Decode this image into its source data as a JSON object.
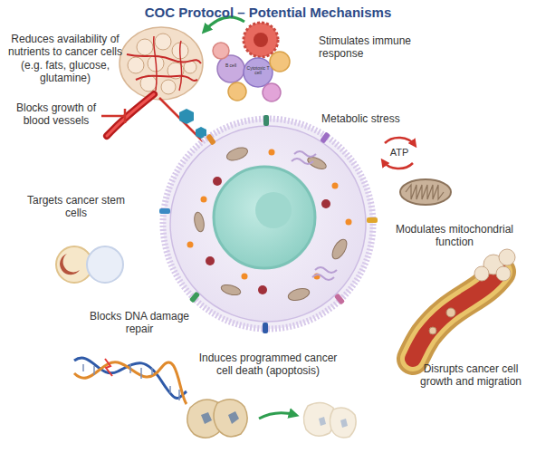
{
  "diagram": {
    "title": "COC Protocol – Potential Mechanisms",
    "labels": [
      "Reduces availability of nutrients to cancer cells (e.g. fats, glucose, glutamine)",
      "Stimulates immune response",
      "B cell",
      "Cytotoxic T cell",
      "Blocks growth of blood vessels",
      "Metabolic stress",
      "ATP",
      "Targets cancer stem cells",
      "Modulates mitochondrial function",
      "Blocks DNA damage repair",
      "Induces programmed cancer cell death (apoptosis)",
      "Disrupts cancer cell growth and migration"
    ]
  }
}
